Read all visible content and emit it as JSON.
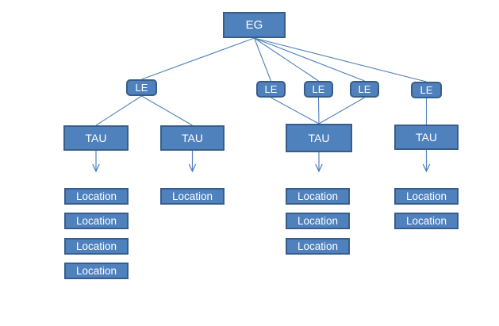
{
  "diagram": {
    "type": "hierarchy-tree",
    "labels": {
      "eg": "EG",
      "le": "LE",
      "tau": "TAU",
      "location": "Location"
    },
    "colors": {
      "node_fill": "#4f81bd",
      "node_border": "#385d8a",
      "node_text": "#ffffff",
      "connector": "#4f81bd",
      "background": "#ffffff"
    },
    "structure": {
      "root": "EG",
      "levels": [
        "EG",
        "LE",
        "TAU",
        "Location"
      ],
      "le_count": 5,
      "tau_count": 4,
      "location_count": 10,
      "edges": [
        {
          "from": "EG",
          "to": "LE-1"
        },
        {
          "from": "EG",
          "to": "LE-2"
        },
        {
          "from": "EG",
          "to": "LE-3"
        },
        {
          "from": "EG",
          "to": "LE-4"
        },
        {
          "from": "EG",
          "to": "LE-5"
        },
        {
          "from": "LE-1",
          "to": "TAU-1"
        },
        {
          "from": "LE-1",
          "to": "TAU-2"
        },
        {
          "from": "LE-2",
          "to": "TAU-3"
        },
        {
          "from": "LE-3",
          "to": "TAU-3"
        },
        {
          "from": "LE-4",
          "to": "TAU-3"
        },
        {
          "from": "LE-5",
          "to": "TAU-4"
        },
        {
          "from": "TAU-1",
          "to": "Location-column-1",
          "arrow": true,
          "location_count": 4
        },
        {
          "from": "TAU-2",
          "to": "Location-column-2",
          "arrow": true,
          "location_count": 1
        },
        {
          "from": "TAU-3",
          "to": "Location-column-3",
          "arrow": true,
          "location_count": 3
        },
        {
          "from": "TAU-4",
          "to": "Location-column-4",
          "arrow": true,
          "location_count": 2
        }
      ]
    }
  }
}
